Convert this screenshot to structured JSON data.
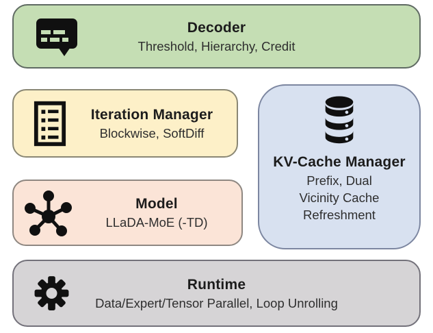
{
  "diagram": {
    "modules": {
      "decoder": {
        "title": "Decoder",
        "subtitle": "Threshold, Hierarchy, Credit",
        "icon": "chat-bubble-icon",
        "color": "#c5deb4"
      },
      "iteration_manager": {
        "title": "Iteration Manager",
        "subtitle": "Blockwise, SoftDiff",
        "icon": "list-icon",
        "color": "#fdf0c8"
      },
      "kv_cache_manager": {
        "title": "KV-Cache Manager",
        "subtitle_lines": [
          "Prefix, Dual",
          "Vicinity Cache",
          "Refreshment"
        ],
        "icon": "database-icon",
        "color": "#d8e1f0"
      },
      "model": {
        "title": "Model",
        "subtitle": "LLaDA-MoE (-TD)",
        "icon": "network-icon",
        "color": "#fbe4d7"
      },
      "runtime": {
        "title": "Runtime",
        "subtitle": "Data/Expert/Tensor Parallel, Loop Unrolling",
        "icon": "gear-icon",
        "color": "#d6d4d6"
      }
    }
  }
}
